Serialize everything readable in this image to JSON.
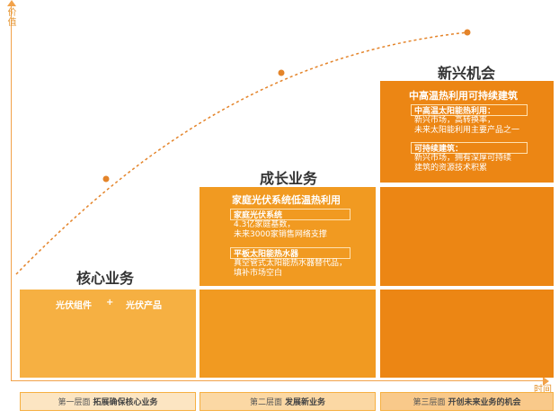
{
  "axes": {
    "y_label": "价值",
    "x_label": "时间"
  },
  "stages": [
    {
      "title": "核心业务",
      "items": [
        "光伏组件",
        "+",
        "光伏产品"
      ]
    },
    {
      "title": "成长业务",
      "block_title": "家庭光伏系统低温热利用",
      "entries": [
        {
          "heading": "家庭光伏系统",
          "lines": [
            "4.3亿家庭基数，",
            "未来3000家销售网络支撑"
          ]
        },
        {
          "heading": "平板太阳能热水器",
          "lines": [
            "真空管式太阳能热水器替代品，",
            "填补市场空白"
          ]
        }
      ]
    },
    {
      "title": "新兴机会",
      "block_title": "中高温热利用可持续建筑",
      "entries": [
        {
          "heading": "中高温太阳能热利用：",
          "lines": [
            "新兴市场，高转换率，",
            "未来太阳能利用主要产品之一"
          ]
        },
        {
          "heading": "可持续建筑：",
          "lines": [
            "新兴市场，拥有深厚可持续",
            "建筑的资源技术积累"
          ]
        }
      ]
    }
  ],
  "bands": [
    {
      "prefix": "第一层面",
      "text": "拓展确保核心业务"
    },
    {
      "prefix": "第二层面",
      "text": "发展新业务"
    },
    {
      "prefix": "第三层面",
      "text": "开创未来业务的机会"
    }
  ],
  "colors": {
    "core": "#f6b042",
    "growth": "#f19a21",
    "emerging": "#ec8614",
    "curve": "#e4842a"
  }
}
